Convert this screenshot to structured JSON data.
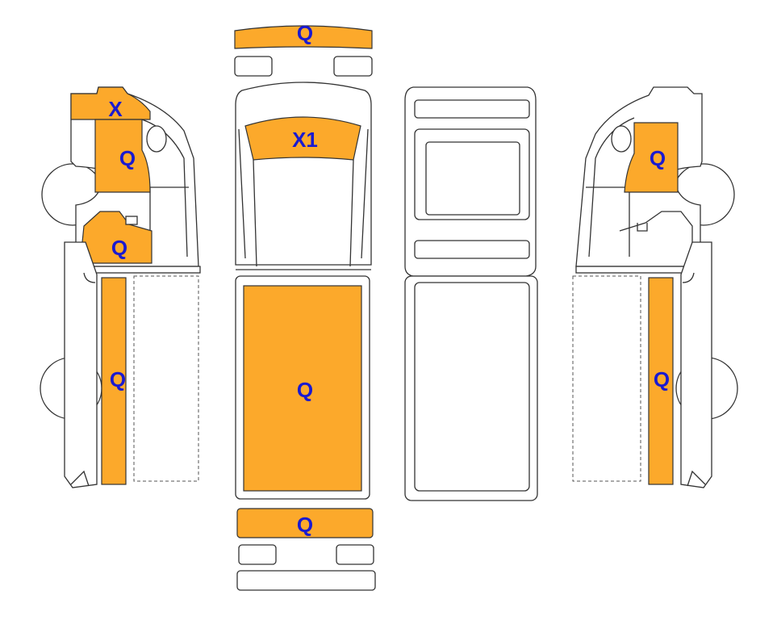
{
  "colors": {
    "highlight": "#FCA92B",
    "label": "#1A1AD0",
    "outline": "#333333"
  },
  "labels": {
    "front_bumper": "Q",
    "windshield": "X1",
    "roof": "Q",
    "rear_bumper": "Q",
    "left_window_top": "X",
    "left_front_door": "Q",
    "left_fender": "Q",
    "left_side_panel": "Q",
    "right_front_door": "Q",
    "right_side_panel": "Q"
  }
}
